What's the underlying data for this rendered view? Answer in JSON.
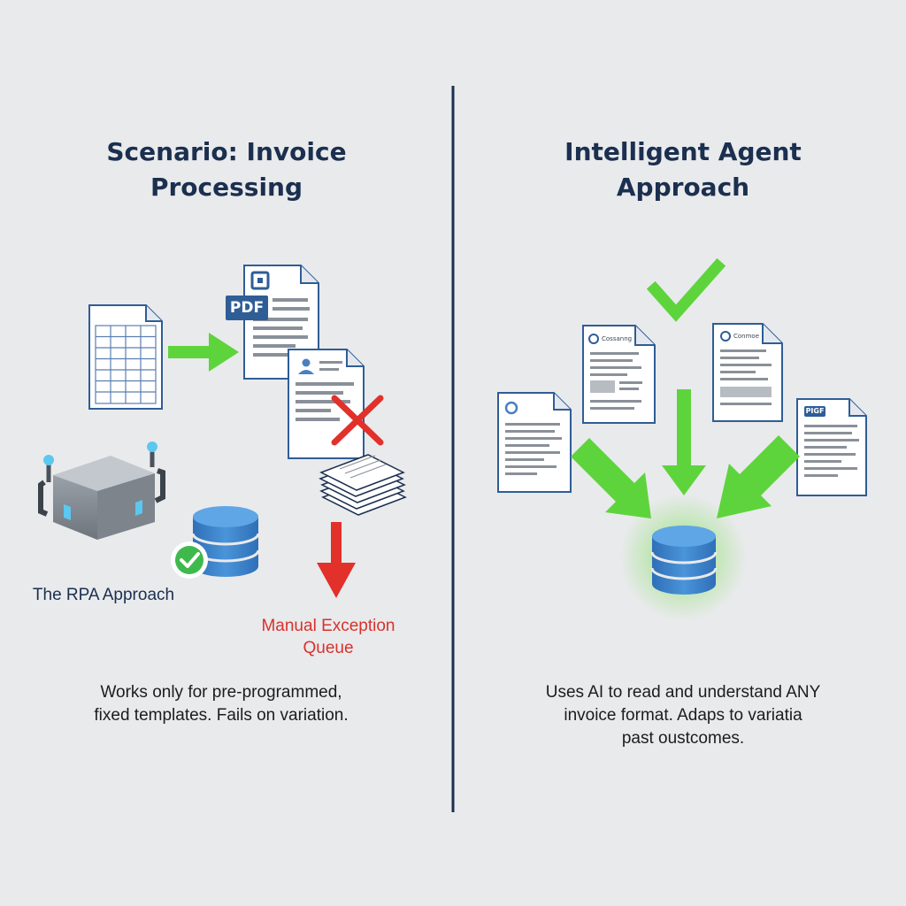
{
  "left_panel": {
    "title_line1": "Scenario: Invoice",
    "title_line2": "Processing",
    "pdf_badge": "PDF",
    "rpa_label": "The RPA Approach",
    "exception_line1": "Manual Exception",
    "exception_line2": "Queue",
    "description_line1": "Works only for pre-programmed,",
    "description_line2": "fixed templates. Fails on variation."
  },
  "right_panel": {
    "title_line1": "Intelligent Agent",
    "title_line2": "Approach",
    "doc_label_a": "Cossanng",
    "doc_label_b": "Conmoe",
    "doc_badge": "PIGF",
    "description_line1": "Uses AI to read and understand ANY",
    "description_line2": "invoice format. Adaps to variatia",
    "description_line3": "past oustcomes."
  },
  "colors": {
    "background": "#e9eaec",
    "navy": "#1b2f4f",
    "success_green": "#5ed43c",
    "error_red": "#e2302b",
    "database_blue": "#3f86cc",
    "pdf_blue": "#2f5d96"
  },
  "icons": [
    "spreadsheet-icon",
    "pdf-document-icon",
    "profile-document-icon",
    "error-x-icon",
    "paper-stack-icon",
    "rpa-robot-icon",
    "database-icon",
    "checkmark-badge-icon",
    "checkmark-icon",
    "invoice-document-icon",
    "glowing-database-icon"
  ]
}
